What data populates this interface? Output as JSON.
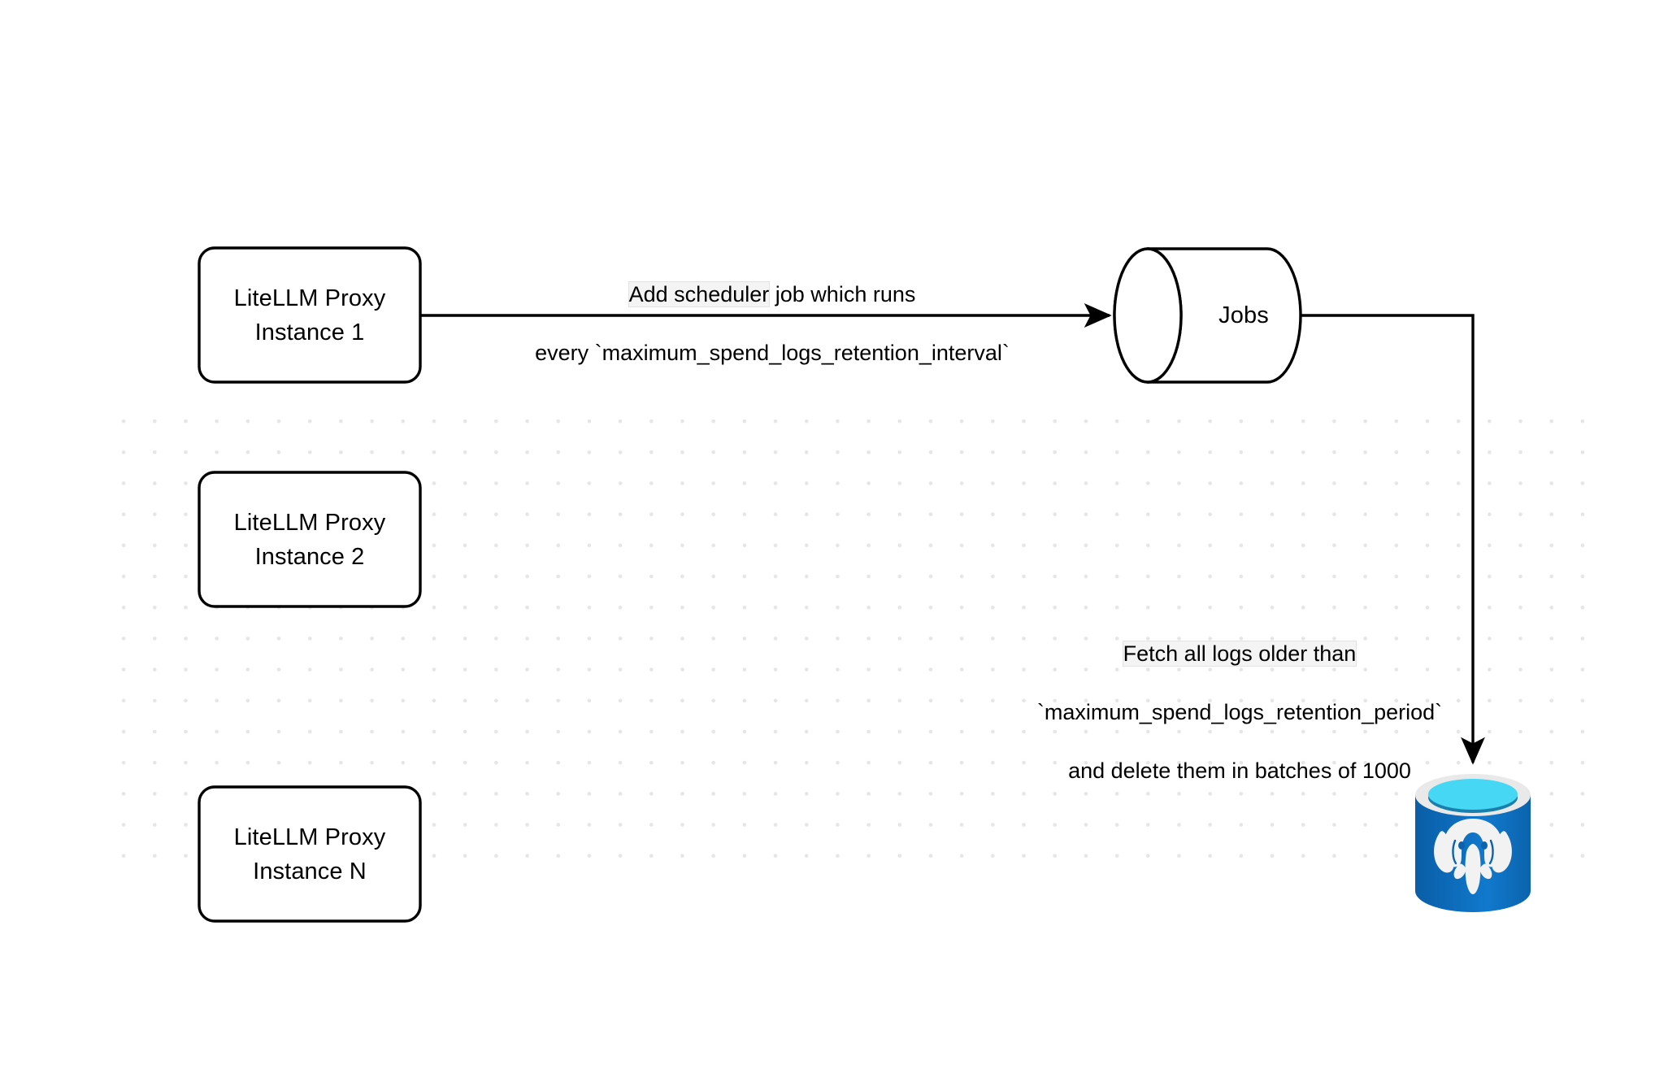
{
  "diagram": {
    "title": "LiteLLM spend logs retention scheduler flow",
    "background_color": "#ffffff",
    "dot_grid_color": "#e6e6e7",
    "stroke_color": "#000000",
    "nodes": [
      {
        "id": "proxy-1",
        "type": "rounded-rect",
        "label": "LiteLLM Proxy\nInstance 1"
      },
      {
        "id": "proxy-2",
        "type": "rounded-rect",
        "label": "LiteLLM Proxy\nInstance 2"
      },
      {
        "id": "proxy-n",
        "type": "rounded-rect",
        "label": "LiteLLM Proxy\nInstance N"
      },
      {
        "id": "jobs",
        "type": "cylinder",
        "label": "Jobs"
      },
      {
        "id": "postgres",
        "type": "database-icon",
        "label": "",
        "icon": "postgresql-database-icon",
        "colors": {
          "body": "#0b63ad",
          "body_light": "#1479cc",
          "rim": "#e9e9e9",
          "top_fill": "#45d7f4",
          "top_shadow": "#1a7fad",
          "elephant": "#f2f2f2"
        }
      }
    ],
    "edges": [
      {
        "id": "edge-proxy1-jobs",
        "from": "proxy-1",
        "to": "jobs",
        "label_line_1": "Add scheduler",
        "label_line_1_rest": " job which runs",
        "label_line_2": "every `maximum_spend_logs_retention_interval`"
      },
      {
        "id": "edge-jobs-postgres",
        "from": "jobs",
        "to": "postgres",
        "label_line_1": "Fetch all logs older than",
        "label_line_2": "`maximum_spend_logs_retention_period`",
        "label_line_3": "and delete them in batches of 1000"
      }
    ]
  }
}
